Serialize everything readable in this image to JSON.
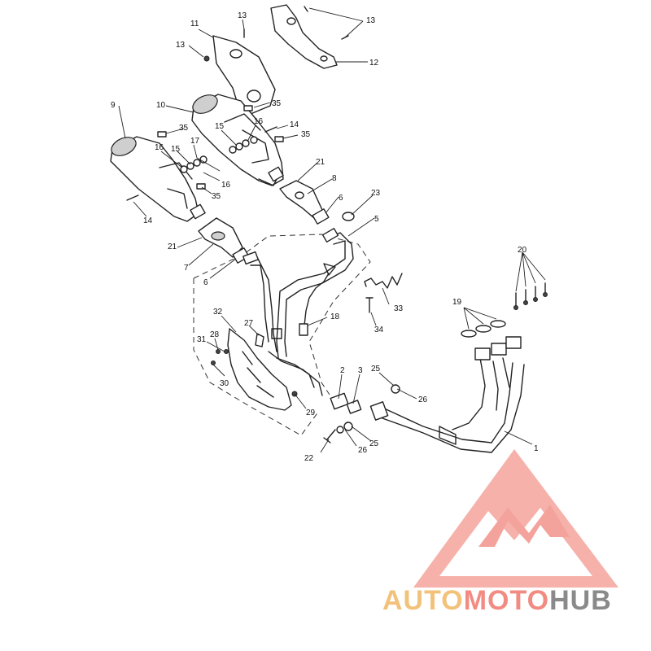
{
  "callouts": {
    "c1": "1",
    "c2": "2",
    "c3": "3",
    "c5": "5",
    "c6a": "6",
    "c6b": "6",
    "c7": "7",
    "c8": "8",
    "c9": "9",
    "c10": "10",
    "c11": "11",
    "c12": "12",
    "c13a": "13",
    "c13b": "13",
    "c13c": "13",
    "c14a": "14",
    "c14b": "14",
    "c15a": "15",
    "c15b": "15",
    "c16a": "16",
    "c16b": "16",
    "c16c": "16",
    "c17": "17",
    "c18": "18",
    "c19": "19",
    "c20": "20",
    "c21a": "21",
    "c21b": "21",
    "c22": "22",
    "c23": "23",
    "c25a": "25",
    "c25b": "25",
    "c26a": "26",
    "c26b": "26",
    "c27": "27",
    "c28": "28",
    "c29": "29",
    "c30": "30",
    "c31": "31",
    "c32": "32",
    "c33": "33",
    "c34": "34",
    "c35a": "35",
    "c35b": "35",
    "c35c": "35",
    "c35d": "35"
  },
  "logo": {
    "word_auto": "AUTO",
    "word_moto": "MOTO",
    "word_hub": "HUB",
    "colors": {
      "auto": "#f2c27a",
      "moto": "#f28b82",
      "hub": "#8a8a8a",
      "mark": "#f3a39b"
    }
  }
}
